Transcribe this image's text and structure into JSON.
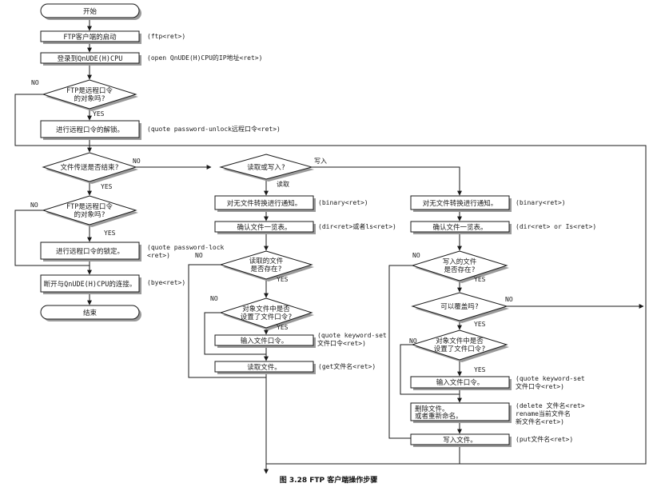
{
  "caption": "图 3.28 FTP 客户端操作步骤",
  "terminals": {
    "start": "开始",
    "end": "结束"
  },
  "steps": {
    "ftp_start": "FTP客户端的启动",
    "login": "登录到QnUDE(H)CPU",
    "unlock": "进行远程口令的解锁。",
    "lock": "进行远程口令的锁定。",
    "disconnect": "断开与QnUDE(H)CPU的连接。",
    "read_binary": "对无文件转换进行通知。",
    "read_list": "确认文件一览表。",
    "read_input_password": "输入文件口令。",
    "read_file": "读取文件。",
    "write_binary": "对无文件转换进行通知。",
    "write_list": "确认文件一览表。",
    "write_input_password": "输入文件口令。",
    "delete_rename": [
      "删除文件。",
      "或者重新命名。"
    ],
    "write_file": "写入文件。"
  },
  "decisions": {
    "remote_target_1": [
      "FTP是远程口令",
      "的对象吗?"
    ],
    "transfer_done": "文件传送是否结束?",
    "remote_target_2": [
      "FTP是远程口令",
      "的对象吗?"
    ],
    "read_or_write": "读取或写入?",
    "read_exists": [
      "读取的文件",
      "是否存在?"
    ],
    "read_pw_set": [
      "对象文件中是否",
      "设置了文件口令?"
    ],
    "write_exists": [
      "写入的文件",
      "是否存在?"
    ],
    "overwrite": "可以覆盖吗?",
    "write_pw_set": [
      "对象文件中是否",
      "设置了文件口令?"
    ]
  },
  "commands": {
    "ftp_start": "(ftp<ret>)",
    "login": "(open QnUDE(H)CPU的IP地址<ret>)",
    "unlock": "(quote password-unlock远程口令<ret>)",
    "lock": [
      "(quote password-lock",
      "<ret>)"
    ],
    "disconnect": "(bye<ret>)",
    "read_binary": "(binary<ret>)",
    "read_list": "(dir<ret>或者ls<ret>)",
    "read_input_password": [
      "(quote keyword-set",
      "文件口令<ret>)"
    ],
    "read_file": "(get文件名<ret>)",
    "write_binary": "(binary<ret>)",
    "write_list": "(dir<ret> or Is<ret>)",
    "write_input_password": [
      "(quote keyword-set",
      "文件口令<ret>)"
    ],
    "delete_rename": [
      "(delete 文件名<ret>",
      "rename当前文件名",
      "新文件名<ret>)"
    ],
    "write_file": "(put文件名<ret>)"
  },
  "labels": {
    "yes": "YES",
    "no": "NO",
    "read": "读取",
    "write": "写入"
  }
}
